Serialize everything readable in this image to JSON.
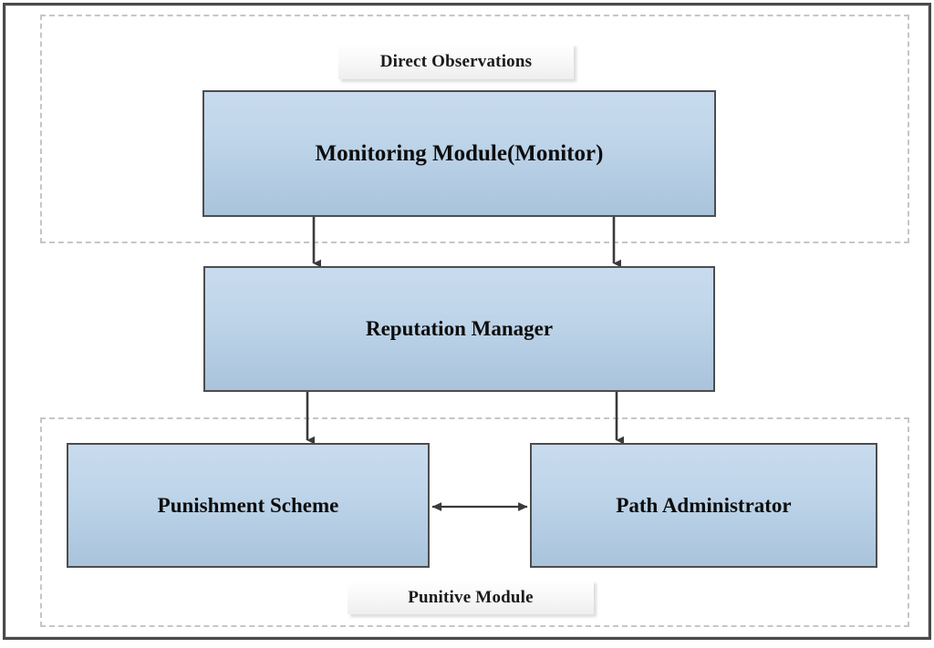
{
  "diagram": {
    "title": "Reputation system architecture block diagram",
    "background_color": "#ffffff",
    "frame_color": "#4a4a4a",
    "box_fill_top": "#c8dbee",
    "box_fill_bottom": "#a9c3db",
    "box_border_color": "#4d4d4d",
    "dashed_group_color": "#c6c6c6",
    "connector_color": "#3a3a3a"
  },
  "regions": [
    {
      "id": "monitoring",
      "caption": "Direct Observations",
      "caption_position": "top-center"
    },
    {
      "id": "punitive",
      "caption": "Punitive Module",
      "caption_position": "bottom-center"
    }
  ],
  "nodes": [
    {
      "id": "monitoring-module",
      "label": "Monitoring Module(Monitor)"
    },
    {
      "id": "reputation-manager",
      "label": "Reputation Manager"
    },
    {
      "id": "punishment-scheme",
      "label": "Punishment Scheme"
    },
    {
      "id": "path-administrator",
      "label": "Path Administrator"
    }
  ],
  "edges": [
    {
      "id": "edge-monitor-to-reputation-left",
      "from": "monitoring-module",
      "to": "reputation-manager",
      "arrow": "single-down"
    },
    {
      "id": "edge-monitor-to-reputation-right",
      "from": "monitoring-module",
      "to": "reputation-manager",
      "arrow": "single-down"
    },
    {
      "id": "edge-reputation-to-punishment",
      "from": "reputation-manager",
      "to": "punishment-scheme",
      "arrow": "single-down"
    },
    {
      "id": "edge-reputation-to-path",
      "from": "reputation-manager",
      "to": "path-administrator",
      "arrow": "single-down"
    },
    {
      "id": "edge-punishment-path",
      "from": "punishment-scheme",
      "to": "path-administrator",
      "arrow": "double-horizontal"
    }
  ]
}
